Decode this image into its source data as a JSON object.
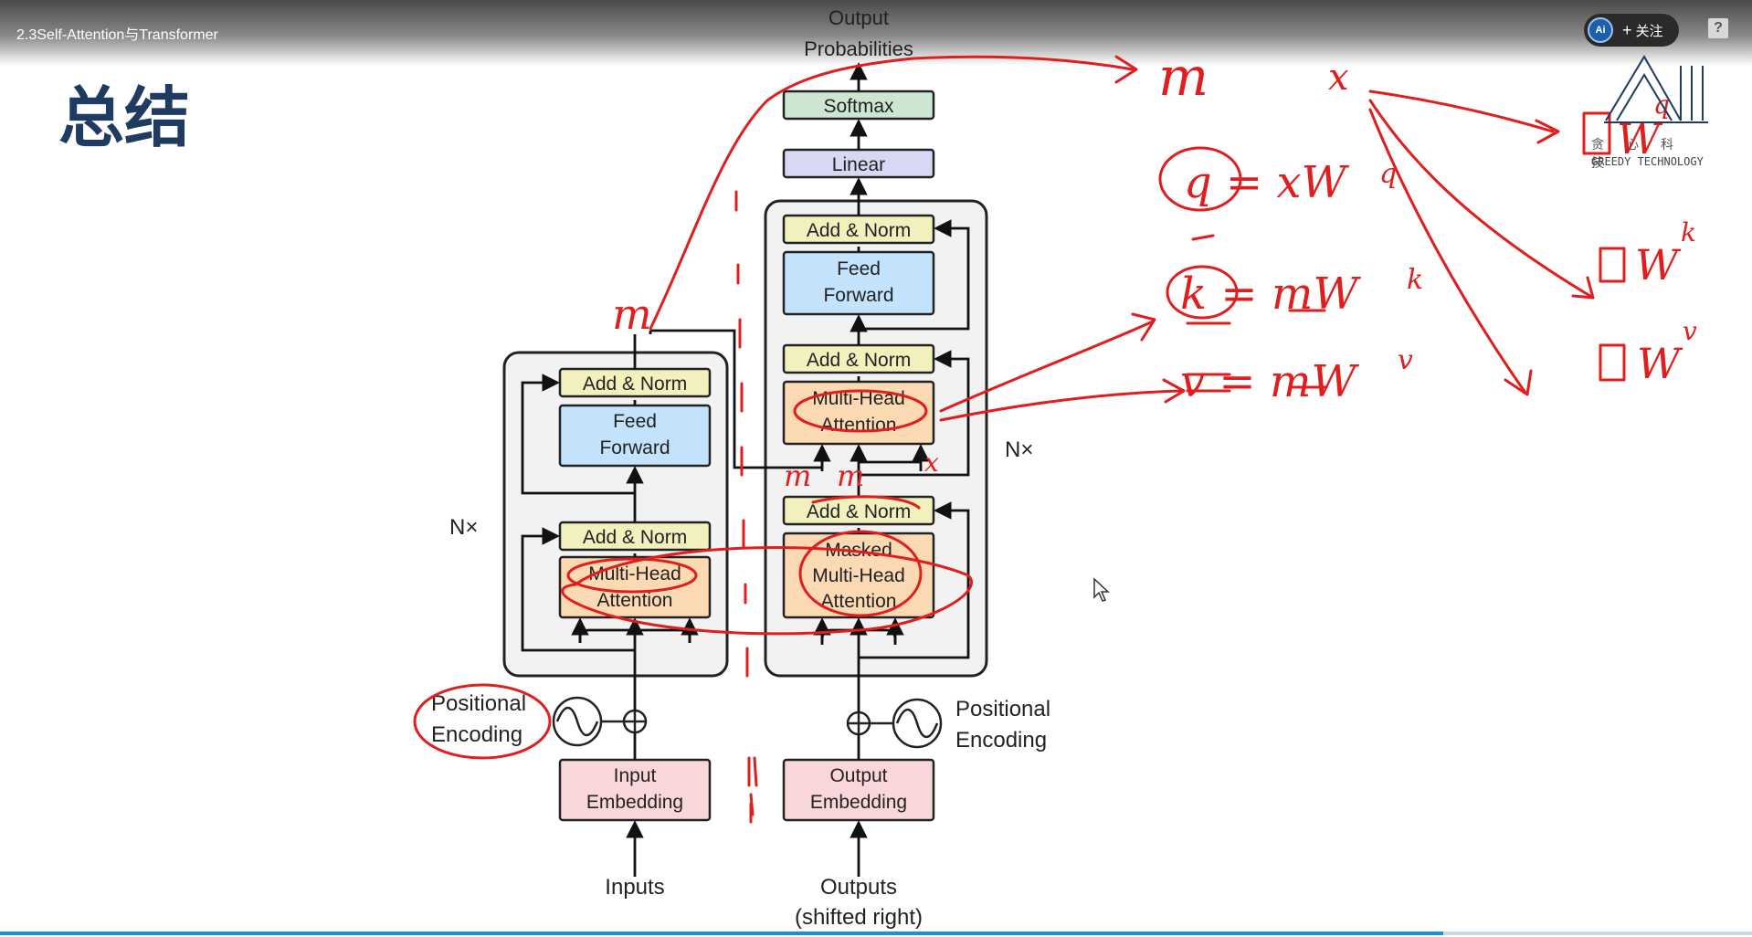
{
  "video": {
    "title": "2.3Self-Attention与Transformer",
    "follow_label": "关注",
    "follow_plus": "+",
    "avatar_text": "Ai",
    "help_label": "?"
  },
  "slide": {
    "heading": "总结"
  },
  "diagram": {
    "output_label_1": "Output",
    "output_label_2": "Probabilities",
    "softmax": "Softmax",
    "linear": "Linear",
    "nx": "N×",
    "add_norm": "Add & Norm",
    "feed_1": "Feed",
    "feed_2": "Forward",
    "mha_1": "Multi-Head",
    "mha_2": "Attention",
    "masked_1": "Masked",
    "masked_2": "Multi-Head",
    "masked_3": "Attention",
    "pos_1": "Positional",
    "pos_2": "Encoding",
    "input_emb_1": "Input",
    "input_emb_2": "Embedding",
    "output_emb_1": "Output",
    "output_emb_2": "Embedding",
    "inputs": "Inputs",
    "outputs_1": "Outputs",
    "outputs_2": "(shifted right)"
  },
  "annotations": {
    "m_top": "m",
    "x_top": "x",
    "q_eq": "q = xW",
    "k_eq": "k = mW",
    "v_eq": "v = mW",
    "m_left": "m",
    "m_mid1": "m",
    "m_mid2": "m",
    "x_mid": "x",
    "w_q": "q",
    "w_k": "k",
    "w_v": "v"
  },
  "logo": {
    "cn": "贪心科技",
    "en": "GREEDY TECHNOLOGY"
  },
  "colors": {
    "accent_red": "#e01e1e",
    "softmax_fill": "#cde6d2",
    "linear_fill": "#d8d8f5",
    "addnorm_fill": "#f2f0bd",
    "ff_fill": "#c3e2fb",
    "mha_fill": "#fbd9b3",
    "emb_fill": "#f9d6da",
    "heading": "#1f3b61"
  }
}
